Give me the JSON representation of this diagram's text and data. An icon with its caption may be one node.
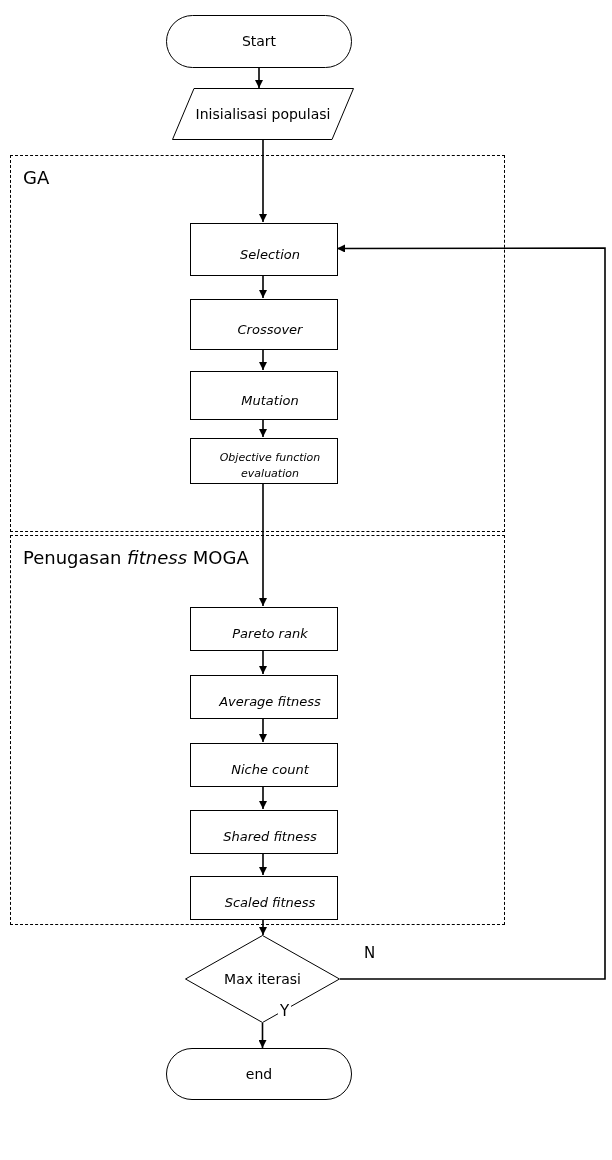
{
  "diagram": {
    "nodes": [
      {
        "text": [
          "Start"
        ]
      },
      {
        "text": [
          "Inisialisasi populasi"
        ]
      },
      {
        "text": [
          "GA"
        ]
      },
      {
        "text": [
          "Selection"
        ],
        "in": 2
      },
      {
        "text": [
          "Crossover"
        ],
        "in": 2
      },
      {
        "text": [
          "Mutation"
        ],
        "in": 2
      },
      {
        "text": [
          "Objective function evaluation"
        ],
        "in": 2
      },
      {
        "text": [
          "Penugasan *fitness* MOGA"
        ]
      },
      {
        "text": [
          "Pareto rank"
        ],
        "in": 7
      },
      {
        "text": [
          "Average fitness"
        ],
        "in": 7
      },
      {
        "text": [
          "Niche count"
        ],
        "in": 7
      },
      {
        "text": [
          "Shared fitness"
        ],
        "in": 7
      },
      {
        "text": [
          "Scaled fitness"
        ],
        "in": 7
      },
      {
        "text": [
          "Max iterasi"
        ]
      },
      {
        "text": [
          "end"
        ]
      }
    ],
    "edges": [
      {
        "from": 0,
        "to": 1,
        "arrow": "to"
      },
      {
        "from": 1,
        "to": 3,
        "arrow": "to"
      },
      {
        "from": 3,
        "to": 4,
        "arrow": "to"
      },
      {
        "from": 4,
        "to": 5,
        "arrow": "to"
      },
      {
        "from": 5,
        "to": 6,
        "arrow": "to"
      },
      {
        "from": 6,
        "to": 8,
        "arrow": "to"
      },
      {
        "from": 8,
        "to": 9,
        "arrow": "to"
      },
      {
        "from": 9,
        "to": 10,
        "arrow": "to"
      },
      {
        "from": 10,
        "to": 11,
        "arrow": "to"
      },
      {
        "from": 11,
        "to": 12,
        "arrow": "to"
      },
      {
        "from": 12,
        "to": 13,
        "arrow": "to"
      },
      {
        "from": 13,
        "to": 3,
        "arrow": "to",
        "label": "N"
      },
      {
        "from": 13,
        "to": 14,
        "arrow": "to",
        "label": "Y"
      }
    ]
  }
}
